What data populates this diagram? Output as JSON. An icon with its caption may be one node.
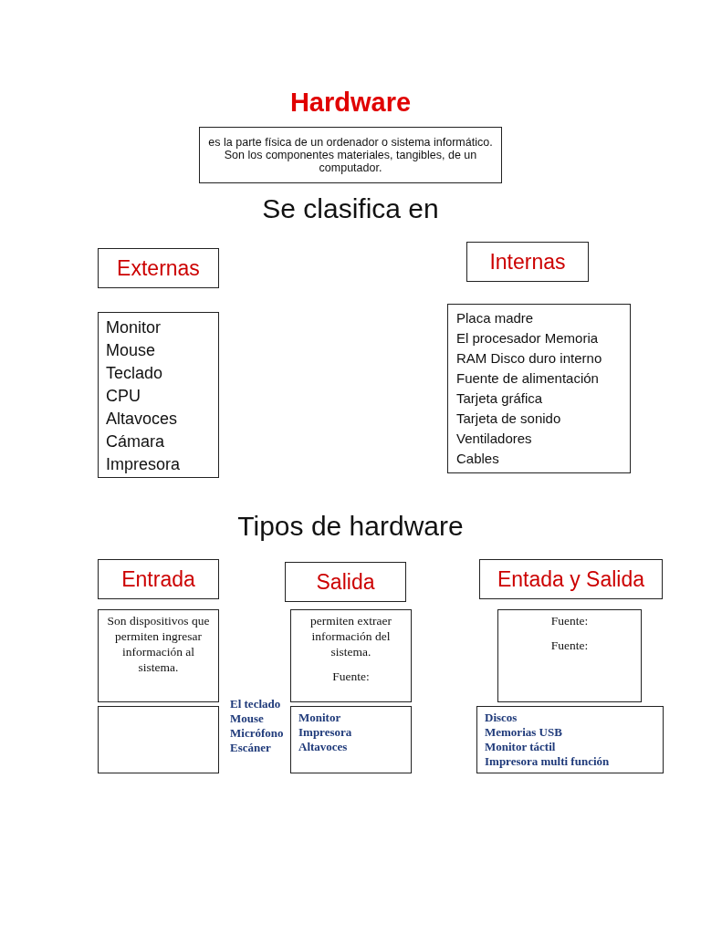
{
  "diagram": {
    "title": "Hardware",
    "nodes": [
      {
        "text": [
          "es la parte física de un ordenador o sistema informático. Son los componentes materiales, tangibles, de un computador."
        ]
      },
      {
        "text": [
          "Externas"
        ]
      },
      {
        "text": [
          "Internas"
        ]
      },
      {
        "text": [
          "Monitor",
          "Mouse",
          "Teclado",
          "CPU",
          "Altavoces",
          "Cámara",
          "Impresora"
        ]
      },
      {
        "text": [
          "Placa madre",
          "El procesador Memoria",
          "RAM Disco duro interno",
          "Fuente de alimentación",
          "Tarjeta gráfica",
          "Tarjeta de sonido",
          "Ventiladores",
          "Cables"
        ]
      },
      {
        "text": [
          "Entrada"
        ]
      },
      {
        "text": [
          "Salida"
        ]
      },
      {
        "text": [
          "Entada y Salida"
        ]
      },
      {
        "text": [
          "Son dispositivos que permiten ingresar información al sistema."
        ]
      },
      {
        "text": [
          "permiten extraer información del sistema.",
          "Fuente:"
        ]
      },
      {
        "text": [
          "Fuente:",
          "Fuente:"
        ]
      },
      {
        "text": [],
        "shape": "box"
      },
      {
        "text": [
          "Monitor",
          "Impresora",
          "Altavoces"
        ]
      },
      {
        "text": [
          "Discos",
          "Memorias USB",
          "Monitor táctil",
          "Impresora multi función"
        ]
      }
    ],
    "edges": [],
    "labels": [
      "Se clasifica en",
      "Tipos de hardware",
      "El teclado",
      "Mouse",
      "Micrófono",
      "Escáner"
    ]
  }
}
